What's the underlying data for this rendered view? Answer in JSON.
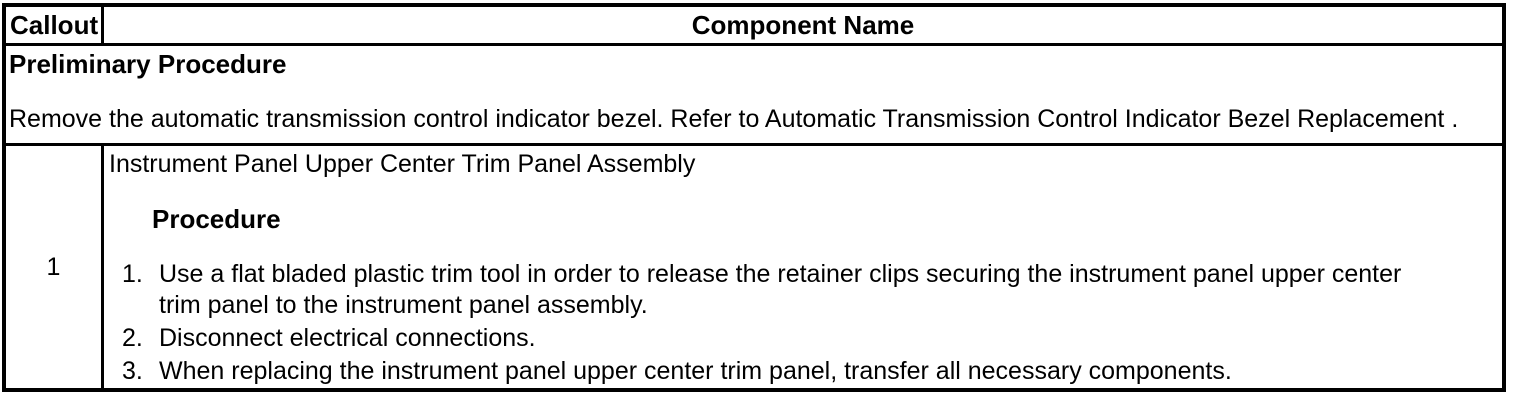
{
  "table": {
    "header": {
      "callout": "Callout",
      "component": "Component Name"
    },
    "preliminary": {
      "title": "Preliminary Procedure",
      "instruction": "Remove the automatic transmission control indicator bezel. Refer to Automatic Transmission Control Indicator Bezel Replacement ."
    },
    "rows": [
      {
        "callout": "1",
        "component": "Instrument Panel Upper Center Trim Panel Assembly",
        "procedure_heading": "Procedure",
        "steps": [
          "Use a flat bladed plastic trim tool in order to release the retainer clips securing the instrument panel upper center trim panel to the instrument panel assembly.",
          "Disconnect electrical connections.",
          "When replacing the instrument panel upper center trim panel, transfer all necessary components."
        ]
      }
    ]
  }
}
